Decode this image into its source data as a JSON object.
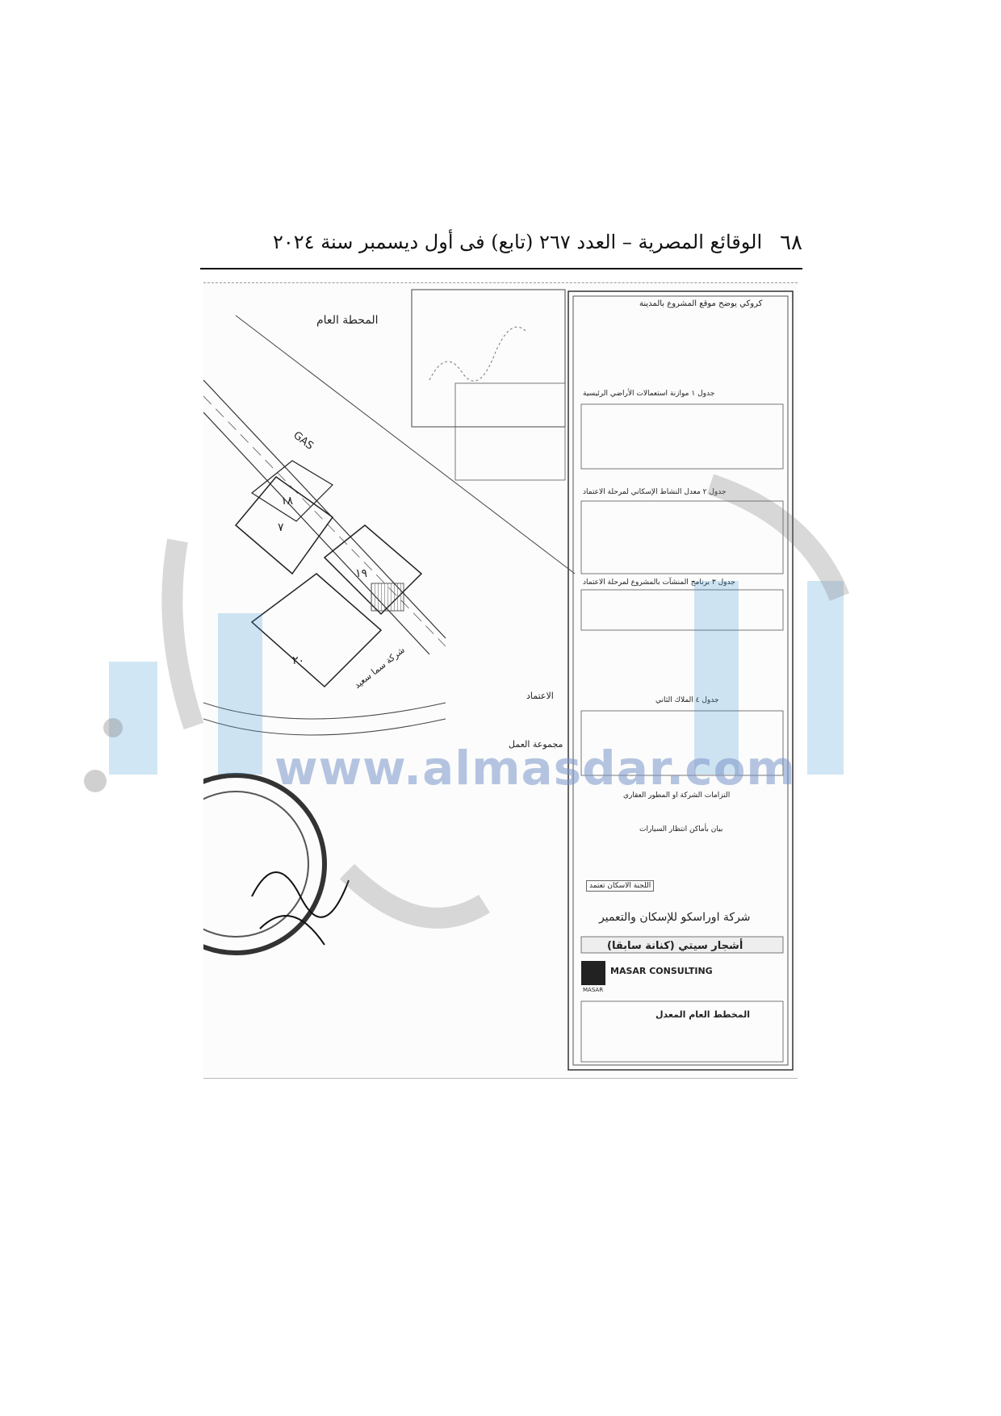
{
  "header": {
    "page_number": "٦٨",
    "title": "الوقائع المصرية – العدد ٢٦٧ (تابع) فى أول ديسمبر سنة ٢٠٢٤"
  },
  "plan": {
    "gas_label": "GAS",
    "plot_labels": [
      "١٨",
      "٧",
      "١٩",
      "٢٠"
    ],
    "top_label": "المحطة العام",
    "side_label": "شركة سما سعيد",
    "utilities_title": "مجموعة العمل"
  },
  "title_block": {
    "top_note": "كروكي يوضح موقع المشروع بالمدينة",
    "table1_title": "جدول ١ موازنة استعمالات الأراضي الرئيسية",
    "table2_title": "جدول ٢ معدل النشاط الإسكاني لمرحلة الاعتماد",
    "table3_title": "جدول ٣ برنامج المنشآت بالمشروع لمرحلة الاعتماد",
    "table4_title": "جدول ٤ الملاك الثاني",
    "obligations_title": "التزامات الشركة او المطور العقاري",
    "parking_title": "بيان بأماكن انتظار السيارات",
    "company": "شركة اوراسكو للإسكان والتعمير",
    "project_name": "أشجار سيتي (كنانة سابقا)",
    "consultant": "MASAR CONSULTING",
    "consultant_short": "MASAR",
    "drawing_title": "المخطط العام المعدل",
    "stamp": "اللجنة الاسكان تعتمد"
  },
  "notes_heading": "الاعتماد",
  "watermark": {
    "site": "www.almasdar.com",
    "brand_color": "#2f8fcf"
  }
}
